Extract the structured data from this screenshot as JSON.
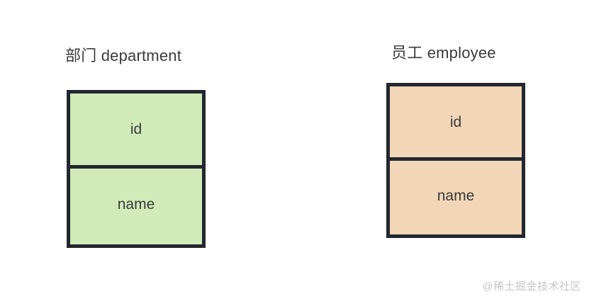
{
  "diagram": {
    "type": "entity-relationship-tables",
    "background_color": "#ffffff",
    "border_color": "#23272f",
    "text_color": "#3a3a3a",
    "entities": [
      {
        "id": "department",
        "title": "部门 department",
        "title_cn": "部门",
        "title_en": "department",
        "fill_color": "#d0eab9",
        "fields": [
          {
            "name": "id"
          },
          {
            "name": "name"
          }
        ]
      },
      {
        "id": "employee",
        "title": "员工 employee",
        "title_cn": "员工",
        "title_en": "employee",
        "fill_color": "#f2d6b8",
        "fields": [
          {
            "name": "id"
          },
          {
            "name": "name"
          }
        ]
      }
    ]
  },
  "watermark": {
    "text": "@稀土掘金技术社区",
    "color": "#c6c6c6"
  }
}
